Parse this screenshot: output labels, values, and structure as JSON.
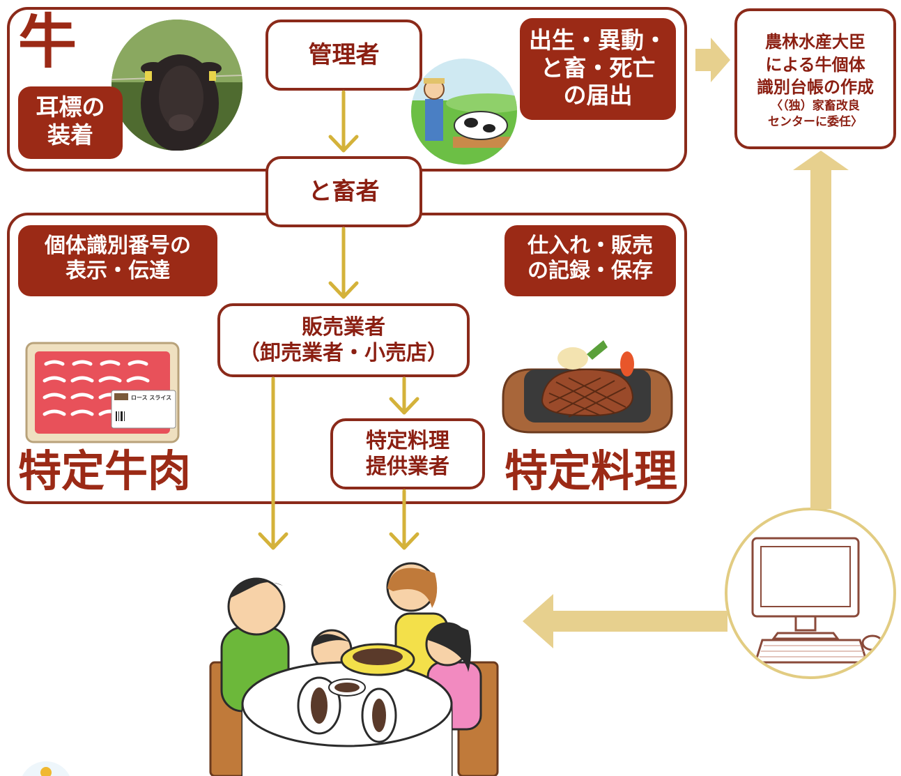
{
  "colors": {
    "brand_red": "#9b2a16",
    "flow_arrow": "#d4b23a",
    "info_arrow": "#e7d08e"
  },
  "cattle": {
    "title": "牛",
    "ear_tag_label": [
      "耳標の",
      "装着"
    ],
    "notification_label": [
      "出生・異動・",
      "と畜・死亡",
      "の届出"
    ]
  },
  "nodes": {
    "manager": "管理者",
    "slaughterer": "と畜者",
    "seller": [
      "販売業者",
      "（卸売業者・小売店）"
    ],
    "restaurant": [
      "特定料理",
      "提供業者"
    ]
  },
  "duties": {
    "display_label": [
      "個体識別番号の",
      "表示・伝達"
    ],
    "records_label": [
      "仕入れ・販売",
      "の記録・保存"
    ]
  },
  "products": {
    "beef": "特定牛肉",
    "dish": "特定料理"
  },
  "registry": {
    "title_lines": [
      "農林水産大臣",
      "による牛個体",
      "識別台帳の作成"
    ],
    "note_lines": [
      "〈（独）家畜改良",
      "センターに委任〉"
    ]
  },
  "meat_pack": {
    "label": "ロース スライス"
  }
}
